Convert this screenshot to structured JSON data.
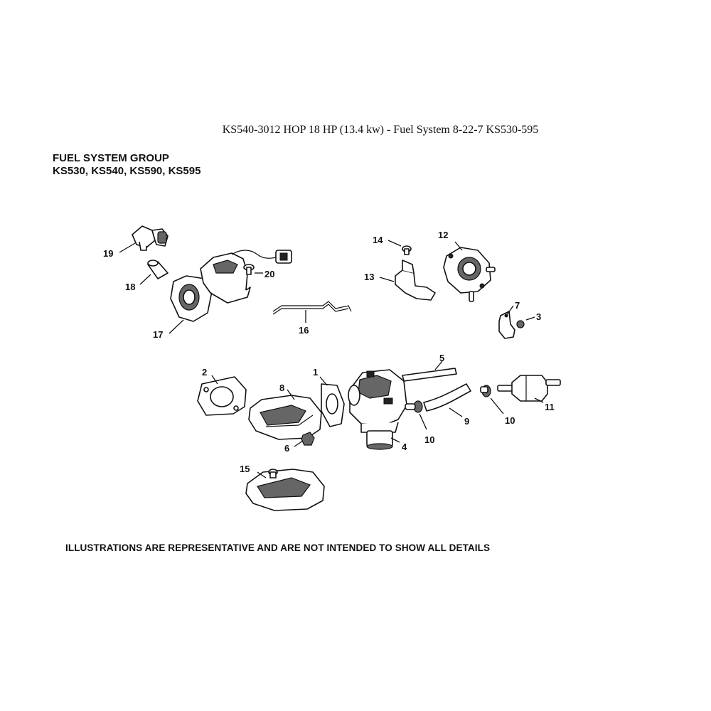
{
  "header": {
    "title": "KS540-3012 HOP 18 HP (13.4 kw) - Fuel System 8-22-7 KS530-595"
  },
  "group": {
    "name": "FUEL SYSTEM GROUP",
    "models": "KS530, KS540, KS590, KS595"
  },
  "footer": {
    "note": "ILLUSTRATIONS ARE REPRESENTATIVE AND ARE NOT INTENDED TO SHOW ALL DETAILS"
  },
  "callouts": {
    "c1": "1",
    "c2": "2",
    "c3": "3",
    "c4": "4",
    "c5": "5",
    "c6": "6",
    "c7": "7",
    "c8": "8",
    "c9": "9",
    "c10a": "10",
    "c10b": "10",
    "c11": "11",
    "c12": "12",
    "c13": "13",
    "c14": "14",
    "c15": "15",
    "c16": "16",
    "c17": "17",
    "c18": "18",
    "c19": "19",
    "c20": "20"
  }
}
